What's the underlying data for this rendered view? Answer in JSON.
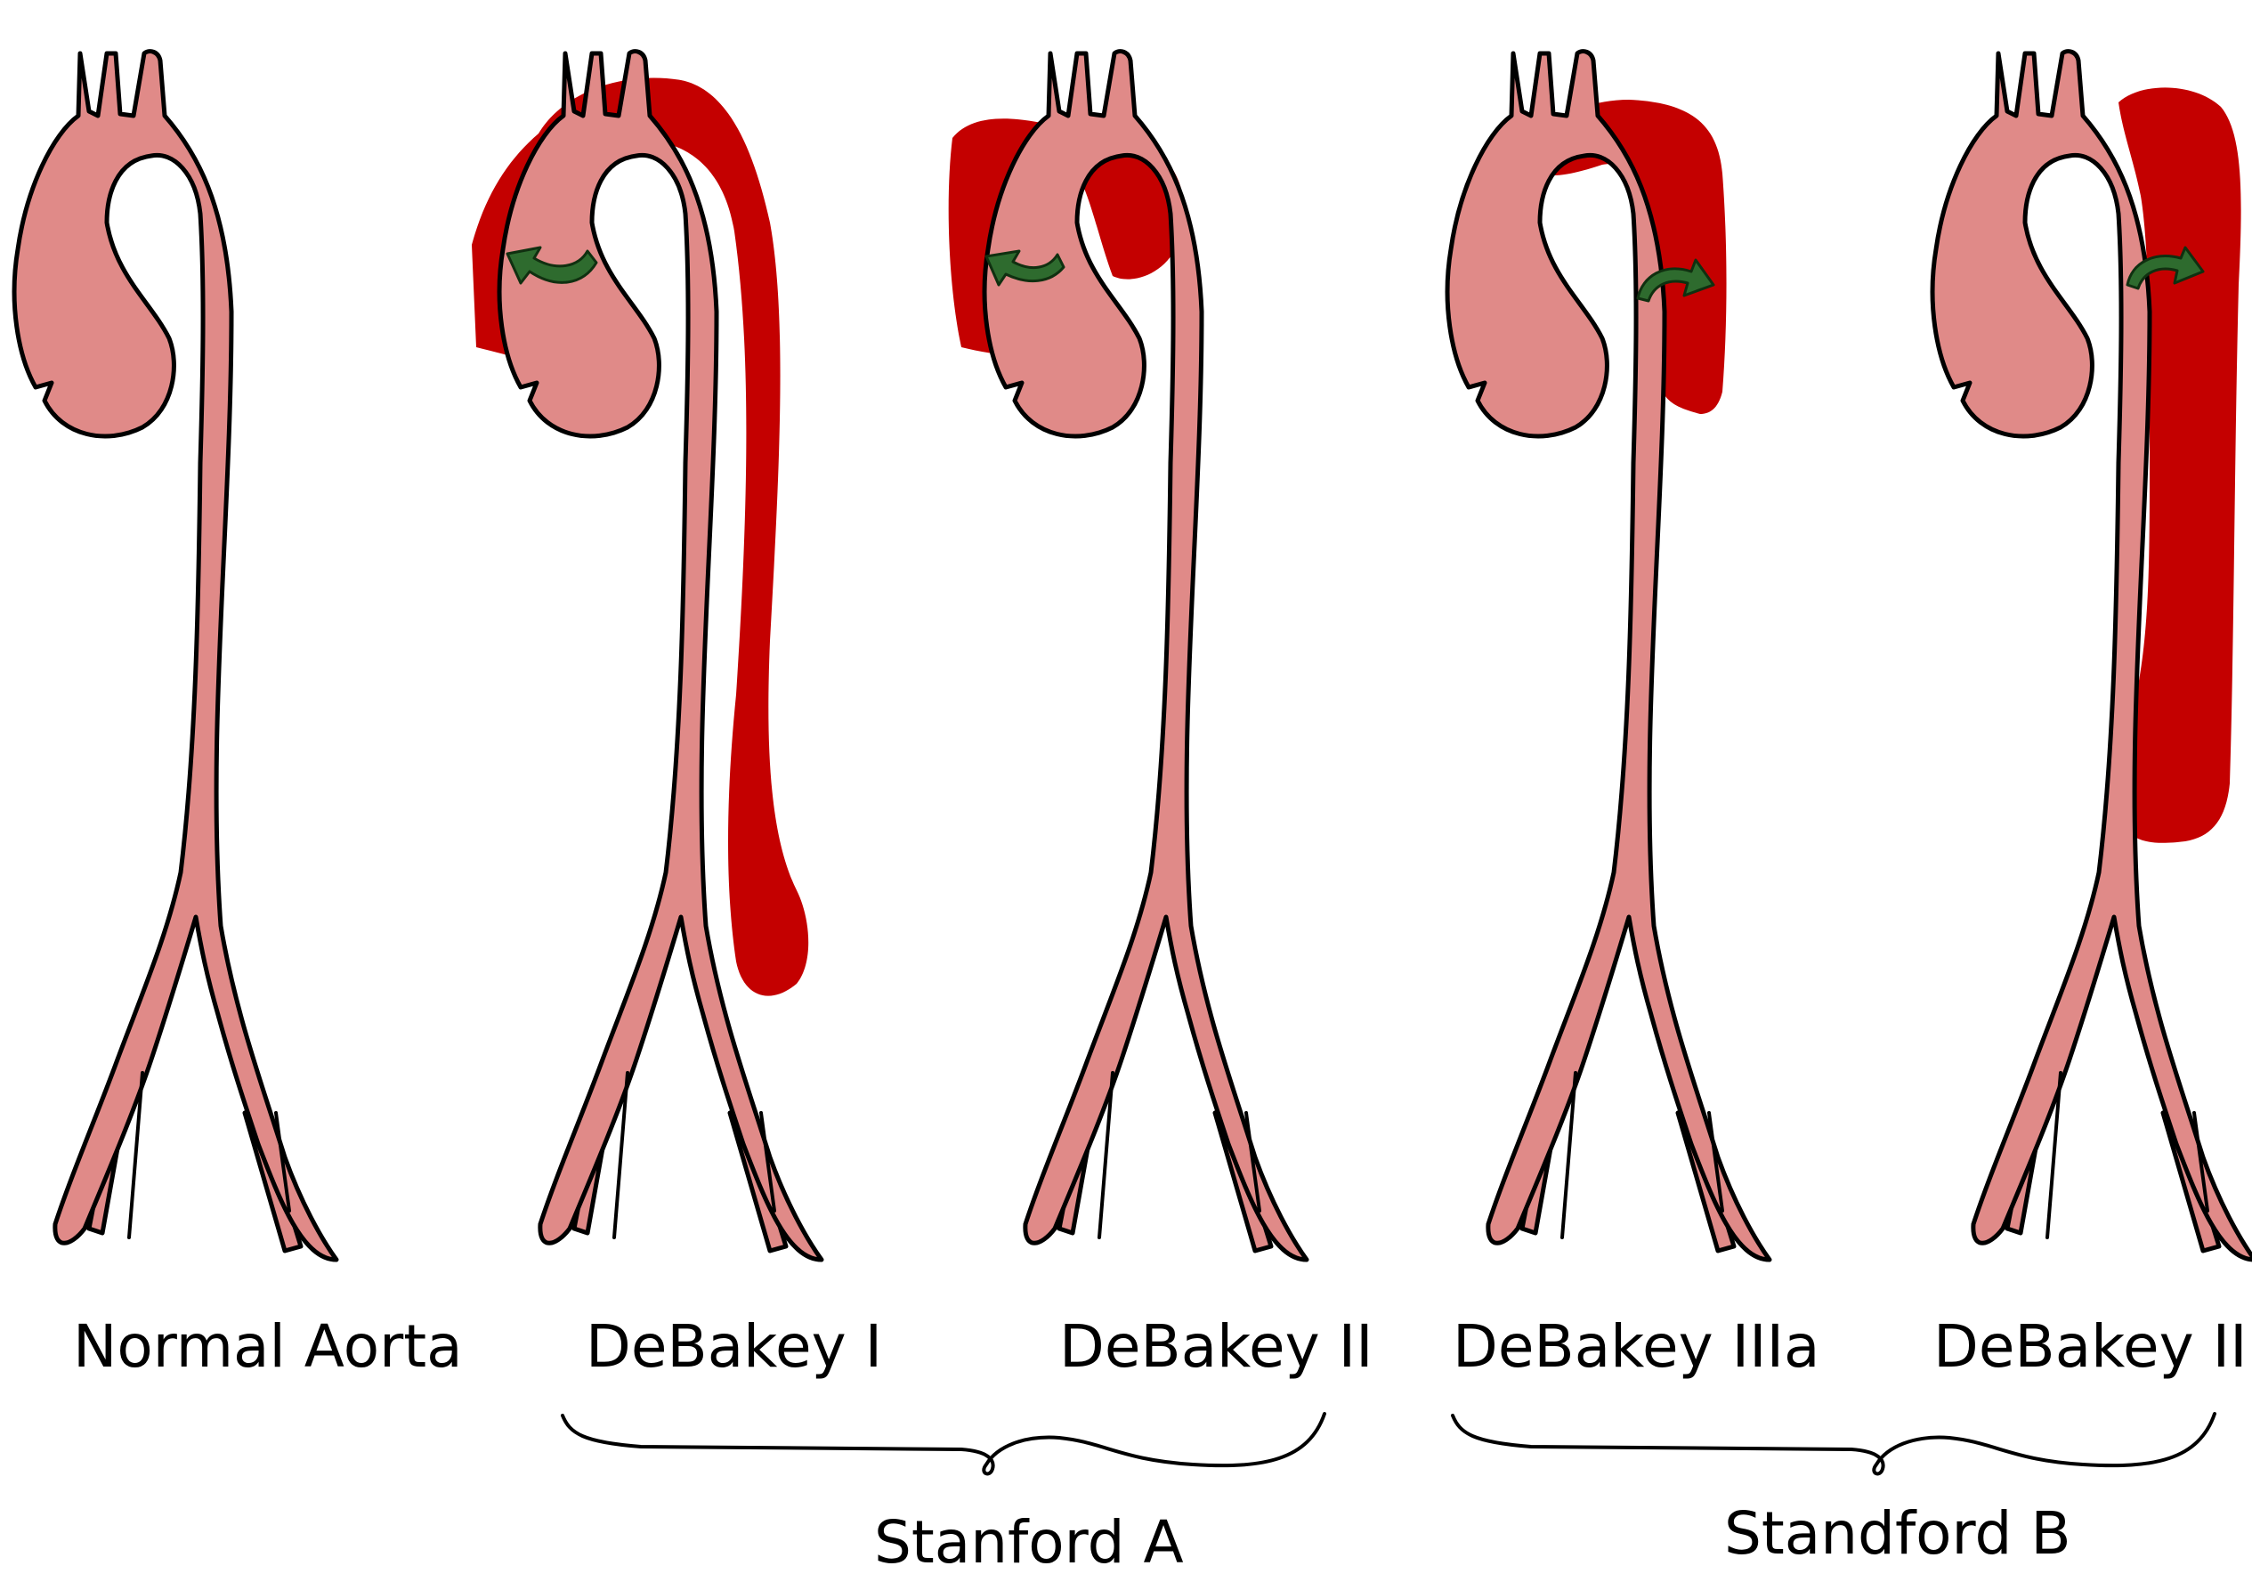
{
  "labels": {
    "normal": "Normal Aorta",
    "debakey_1": "DeBakey I",
    "debakey_2": "DeBakey II",
    "debakey_3a": "DeBakey IIIa",
    "debakey_3b": "DeBakey IIIb"
  },
  "groups": {
    "stanford_a": "Stanford A",
    "stanford_b": "Standford B"
  },
  "colors": {
    "vessel": "#E08A88",
    "dissection": "#C40000",
    "arrow": "#2E6B2E",
    "outline": "#000000"
  }
}
